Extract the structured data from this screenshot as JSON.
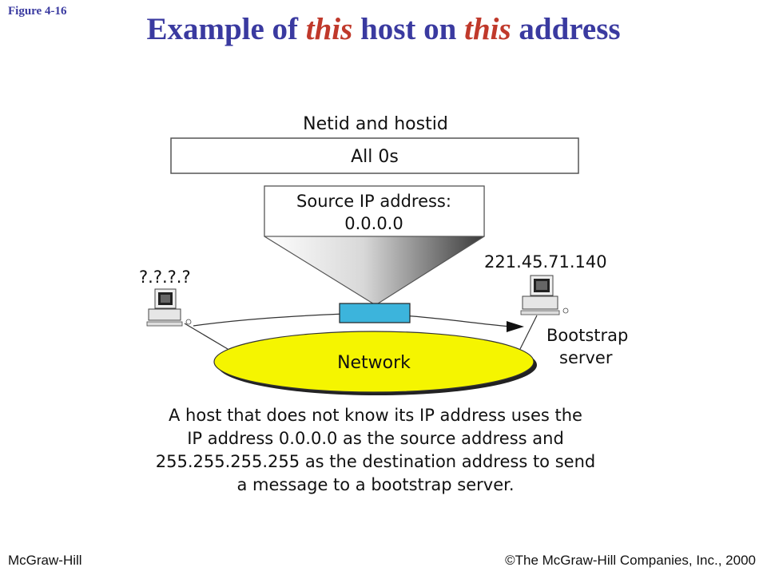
{
  "figure_label": "Figure  4-16",
  "title": {
    "part1": "Example of ",
    "em1": "this",
    "part2": " host on ",
    "em2": "this",
    "part3": " address"
  },
  "diagram": {
    "netid_hostid_label": "Netid and hostid",
    "all_zeros_label": "All 0s",
    "source_ip_line1": "Source IP address:",
    "source_ip_line2": "0.0.0.0",
    "unknown_host_ip": "?.?.?.?",
    "server_ip": "221.45.71.140",
    "server_label_line1": "Bootstrap",
    "server_label_line2": "server",
    "network_label": "Network",
    "caption_lines": [
      "A host that does not know its IP address uses the",
      "IP address 0.0.0.0 as the source address and",
      "255.255.255.255 as the destination address to send",
      "a message to a bootstrap server."
    ]
  },
  "colors": {
    "title": "#3a3aa0",
    "title_emphasis": "#c0392b",
    "network_fill": "#f5f500",
    "packet_fill": "#3cb4dc"
  },
  "footer": {
    "left": "McGraw-Hill",
    "right": "©The McGraw-Hill Companies, Inc., 2000"
  }
}
